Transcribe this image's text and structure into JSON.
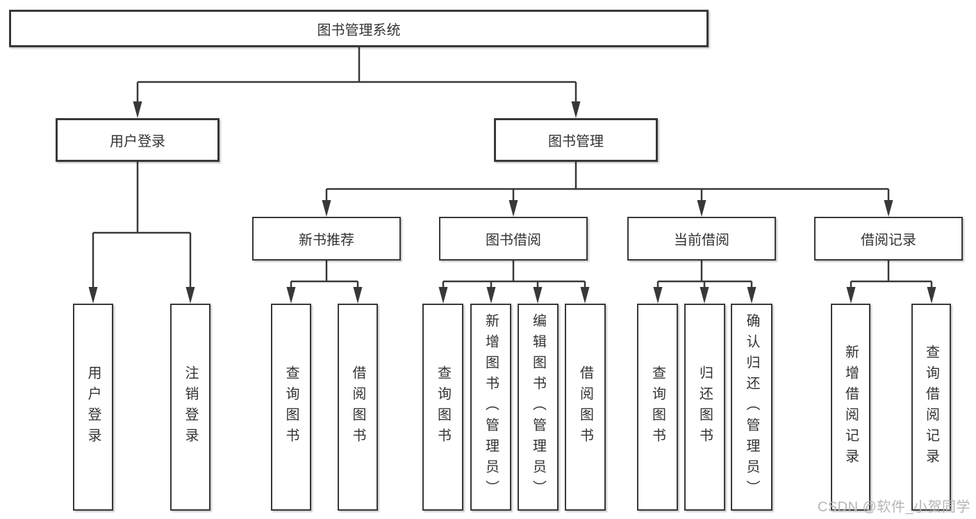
{
  "diagram": {
    "root": {
      "label": "图书管理系统"
    },
    "level2": [
      {
        "label": "用户登录",
        "children": [
          {
            "label": "用户登录"
          },
          {
            "label": "注销登录"
          }
        ]
      },
      {
        "label": "图书管理",
        "children": [
          {
            "label": "新书推荐",
            "children": [
              {
                "label": "查询图书"
              },
              {
                "label": "借阅图书"
              }
            ]
          },
          {
            "label": "图书借阅",
            "children": [
              {
                "label": "查询图书"
              },
              {
                "label": "新增图书（管理员）"
              },
              {
                "label": "编辑图书（管理员）"
              },
              {
                "label": "借阅图书"
              }
            ]
          },
          {
            "label": "当前借阅",
            "children": [
              {
                "label": "查询图书"
              },
              {
                "label": "归还图书"
              },
              {
                "label": "确认归还（管理员）"
              }
            ]
          },
          {
            "label": "借阅记录",
            "children": [
              {
                "label": "新增借阅记录"
              },
              {
                "label": "查询借阅记录"
              }
            ]
          }
        ]
      }
    ]
  },
  "watermark": {
    "text": "CSDN @软件_小贺同学"
  },
  "colors": {
    "line": "#383838",
    "text": "#333333",
    "watermark": "#b5b5b5",
    "background": "#ffffff"
  }
}
